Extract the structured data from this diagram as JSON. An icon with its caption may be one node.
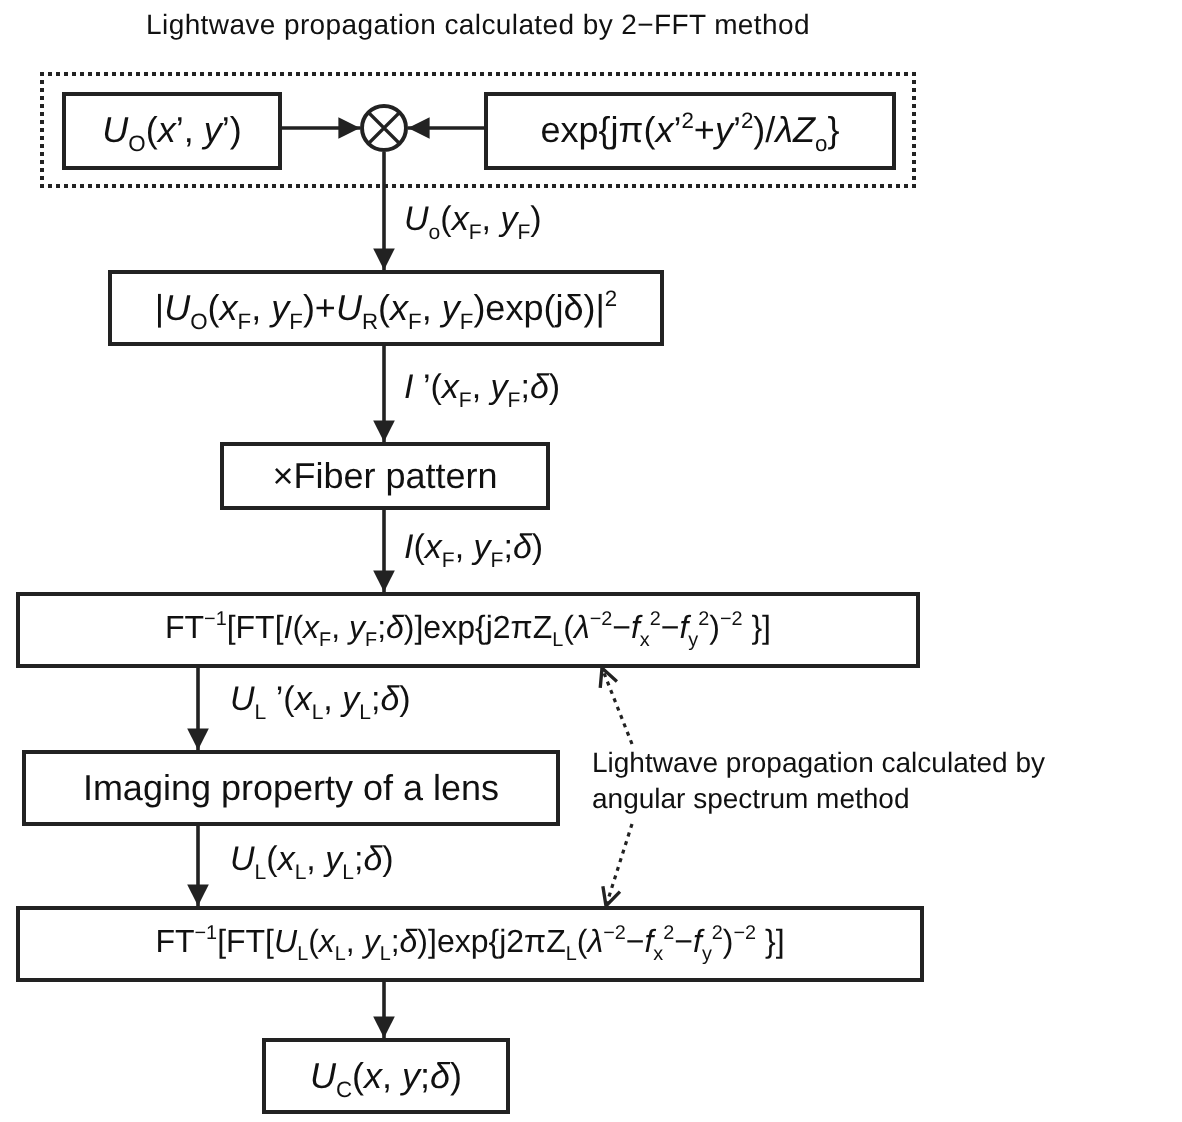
{
  "diagram": {
    "nodes": [
      {
        "text": [
          "Lightwave propagation calculated by 2−FFT method"
        ]
      },
      {
        "text": [
          "*U*$_{O}$(*x*’, *y*’)"
        ],
        "in": 0
      },
      {
        "text": [],
        "shape": "circle",
        "in": 0
      },
      {
        "text": [
          "exp{jπ(*x*’$^{2}$+*y*’$^{2}$)/*λZ*$_{o}$}"
        ],
        "in": 0
      },
      {
        "text": [
          "|*U*$_{O}$(*x*$_{F}$, *y*$_{F}$)+*U*$_{R}$(*x*$_{F}$, *y*$_{F}$)exp(jδ)|$^{2}$"
        ]
      },
      {
        "text": [
          "×Fiber pattern"
        ]
      },
      {
        "text": [
          "FT$^{−1}$[FT[*I*(*x*$_{F}$, *y*$_{F}$;*δ*)]exp{j2πZ$_{L}$(*λ*$^{−2}$−*f*$_{x}$$^{2}$−*f*$_{y}$$^{2}$)$^{−2}$ }]"
        ]
      },
      {
        "text": [
          "Imaging property of a lens"
        ]
      },
      {
        "text": [
          "FT$^{−1}$[FT[*U*$_{L}$(*x*$_{L}$, *y*$_{L}$;*δ*)]exp{j2πZ$_{L}$(*λ*$^{−2}$−*f*$_{x}$$^{2}$−*f*$_{y}$$^{2}$)$^{−2}$ }]"
        ]
      },
      {
        "text": [
          "*U*$_{C}$(*x*, *y*;*δ*)"
        ]
      },
      {
        "text": [
          "Lightwave propagation calculated by angular spectrum method"
        ]
      }
    ],
    "edges": [
      {
        "from": 1,
        "to": 2,
        "arrow": "to"
      },
      {
        "from": 3,
        "to": 2,
        "arrow": "to"
      },
      {
        "from": 2,
        "to": 4,
        "arrow": "to",
        "label": "*U*$_{o}$(*x*$_{F}$, *y*$_{F}$)"
      },
      {
        "from": 4,
        "to": 5,
        "arrow": "to",
        "label": "*I* ’(*x*$_{F}$, *y*$_{F}$;*δ*)"
      },
      {
        "from": 5,
        "to": 6,
        "arrow": "to",
        "label": "*I*(*x*$_{F}$, *y*$_{F}$;*δ*)"
      },
      {
        "from": 6,
        "to": 7,
        "arrow": "to",
        "label": "*U*$_{L}$ ’(*x*$_{L}$, *y*$_{L}$;*δ*)"
      },
      {
        "from": 7,
        "to": 8,
        "arrow": "to",
        "label": "*U*$_{L}$(*x*$_{L}$, *y*$_{L}$;*δ*)"
      },
      {
        "from": 8,
        "to": 9,
        "arrow": "to"
      },
      {
        "from": 10,
        "to": 6,
        "arrow": "to",
        "style": "dashed"
      },
      {
        "from": 10,
        "to": 8,
        "arrow": "to",
        "style": "dashed"
      }
    ]
  }
}
